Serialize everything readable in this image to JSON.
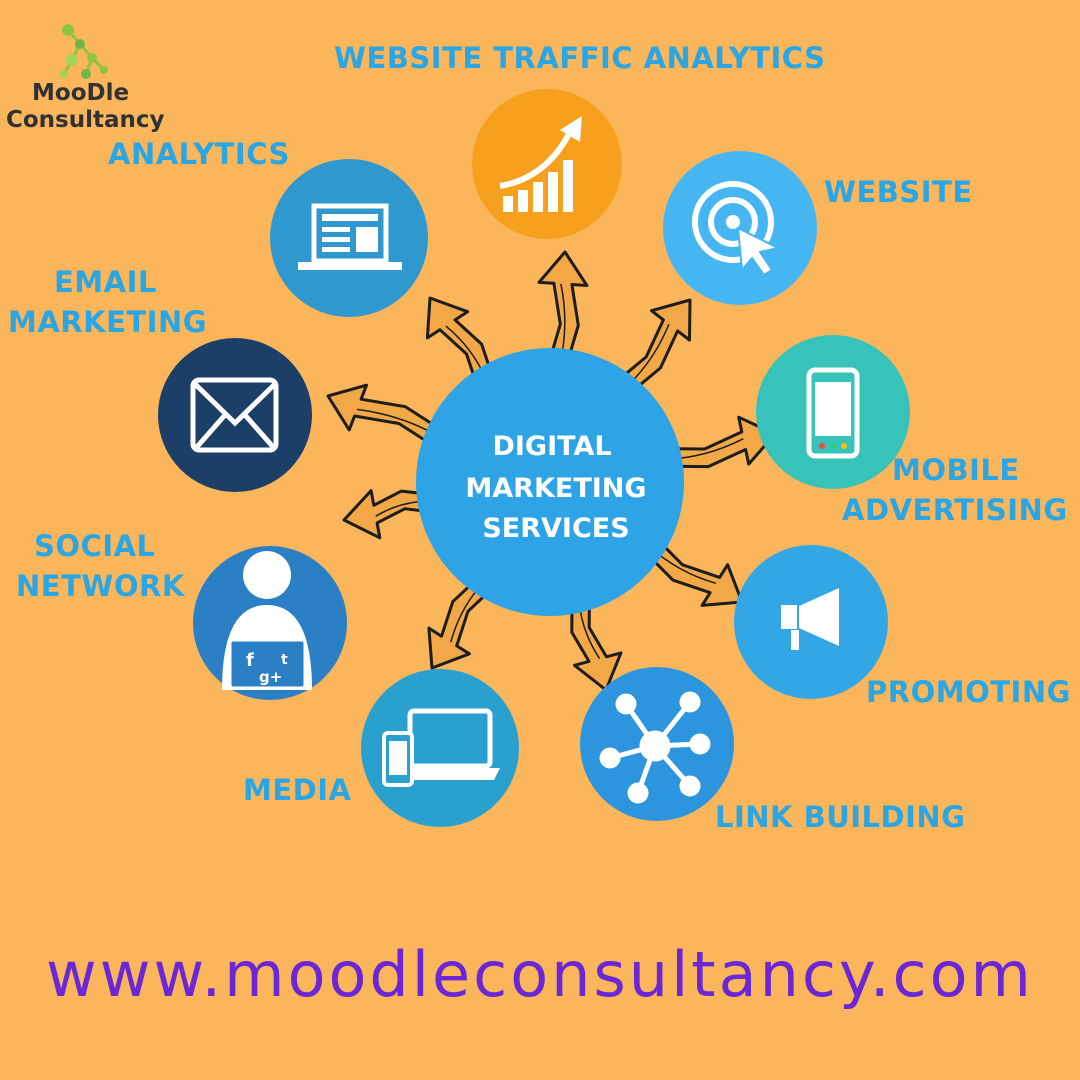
{
  "logo": {
    "line1": "MooDle",
    "line2": "Consultancy"
  },
  "center": {
    "line1": "DIGITAL",
    "line2": "MARKETING",
    "line3": "SERVICES",
    "color": "#2ea3e6"
  },
  "nodes": {
    "traffic": {
      "label": "WEBSITE TRAFFIC ANALYTICS",
      "icon": "growth-chart-icon",
      "color": "#f7a01d"
    },
    "website": {
      "label": "WEBSITE",
      "icon": "target-cursor-icon",
      "color": "#45b6f2"
    },
    "mobile": {
      "line1": "MOBILE",
      "line2": "ADVERTISING",
      "icon": "smartphone-icon",
      "color": "#37c3b9"
    },
    "promoting": {
      "label": "PROMOTING",
      "icon": "megaphone-icon",
      "color": "#33a7e6"
    },
    "link": {
      "label": "LINK BUILDING",
      "icon": "network-hub-icon",
      "color": "#2d95de"
    },
    "media": {
      "label": "MEDIA",
      "icon": "devices-icon",
      "color": "#2aa0cf"
    },
    "social": {
      "line1": "SOCIAL",
      "line2": "NETWORK",
      "icon": "user-social-icon",
      "color": "#2b7fc4"
    },
    "email": {
      "line1": "EMAIL",
      "line2": "MARKETING",
      "icon": "envelope-icon",
      "color": "#1b3f66"
    },
    "analytics": {
      "label": "ANALYTICS",
      "icon": "browser-window-icon",
      "color": "#2f98cf"
    }
  },
  "footer": {
    "url": "www.moodleconsultancy.com"
  },
  "colors": {
    "background": "#fbb55a",
    "label": "#2aa6e4",
    "url": "#6b26d6",
    "arrow": "#1d1d1d"
  }
}
